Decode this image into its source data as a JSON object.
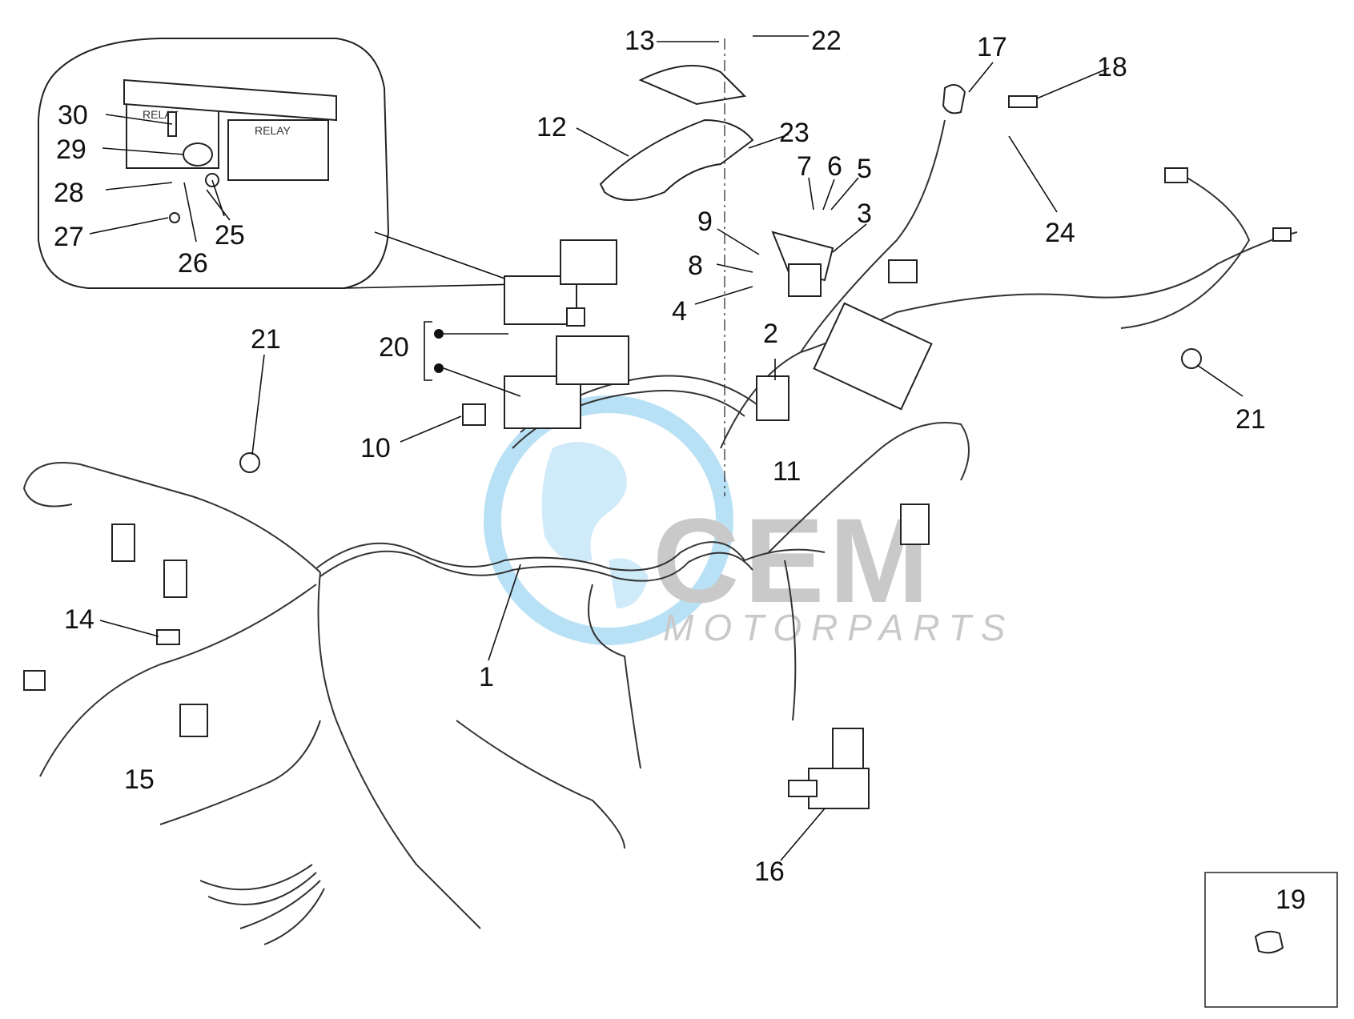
{
  "watermark": {
    "brand": "CEM",
    "sub": "MOTORPARTS",
    "color": "#b9e1f5"
  },
  "callouts": [
    {
      "id": "c1",
      "label": "1"
    },
    {
      "id": "c2",
      "label": "2"
    },
    {
      "id": "c3",
      "label": "3"
    },
    {
      "id": "c4",
      "label": "4"
    },
    {
      "id": "c5",
      "label": "5"
    },
    {
      "id": "c6",
      "label": "6"
    },
    {
      "id": "c7",
      "label": "7"
    },
    {
      "id": "c8",
      "label": "8"
    },
    {
      "id": "c9",
      "label": "9"
    },
    {
      "id": "c10",
      "label": "10"
    },
    {
      "id": "c11",
      "label": "11"
    },
    {
      "id": "c12",
      "label": "12"
    },
    {
      "id": "c13",
      "label": "13"
    },
    {
      "id": "c14",
      "label": "14"
    },
    {
      "id": "c15",
      "label": "15"
    },
    {
      "id": "c16",
      "label": "16"
    },
    {
      "id": "c17",
      "label": "17"
    },
    {
      "id": "c18",
      "label": "18"
    },
    {
      "id": "c19",
      "label": "19"
    },
    {
      "id": "c20",
      "label": "20"
    },
    {
      "id": "c21a",
      "label": "21"
    },
    {
      "id": "c21b",
      "label": "21"
    },
    {
      "id": "c22",
      "label": "22"
    },
    {
      "id": "c23",
      "label": "23"
    },
    {
      "id": "c24",
      "label": "24"
    },
    {
      "id": "c25",
      "label": "25"
    },
    {
      "id": "c26",
      "label": "26"
    },
    {
      "id": "c27",
      "label": "27"
    },
    {
      "id": "c28",
      "label": "28"
    },
    {
      "id": "c29",
      "label": "29"
    },
    {
      "id": "c30",
      "label": "30"
    }
  ],
  "relay_label": "RELAY"
}
